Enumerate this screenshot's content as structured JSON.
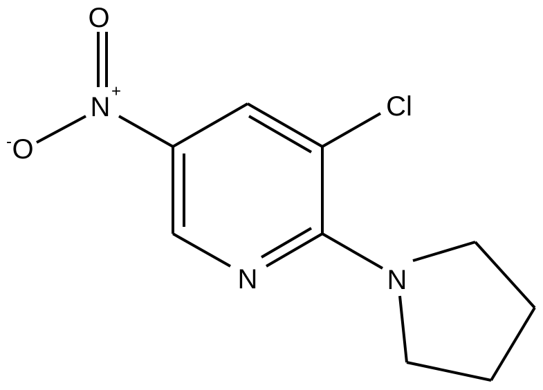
{
  "molecule": {
    "atoms": {
      "oxygen_top": "O",
      "nitro_nitrogen": "N",
      "nitro_nitrogen_charge": "+",
      "oxygen_anion": "O",
      "oxygen_anion_charge": "-",
      "chlorine": "Cl",
      "pyridine_nitrogen": "N",
      "pyrrolidine_nitrogen": "N"
    }
  }
}
